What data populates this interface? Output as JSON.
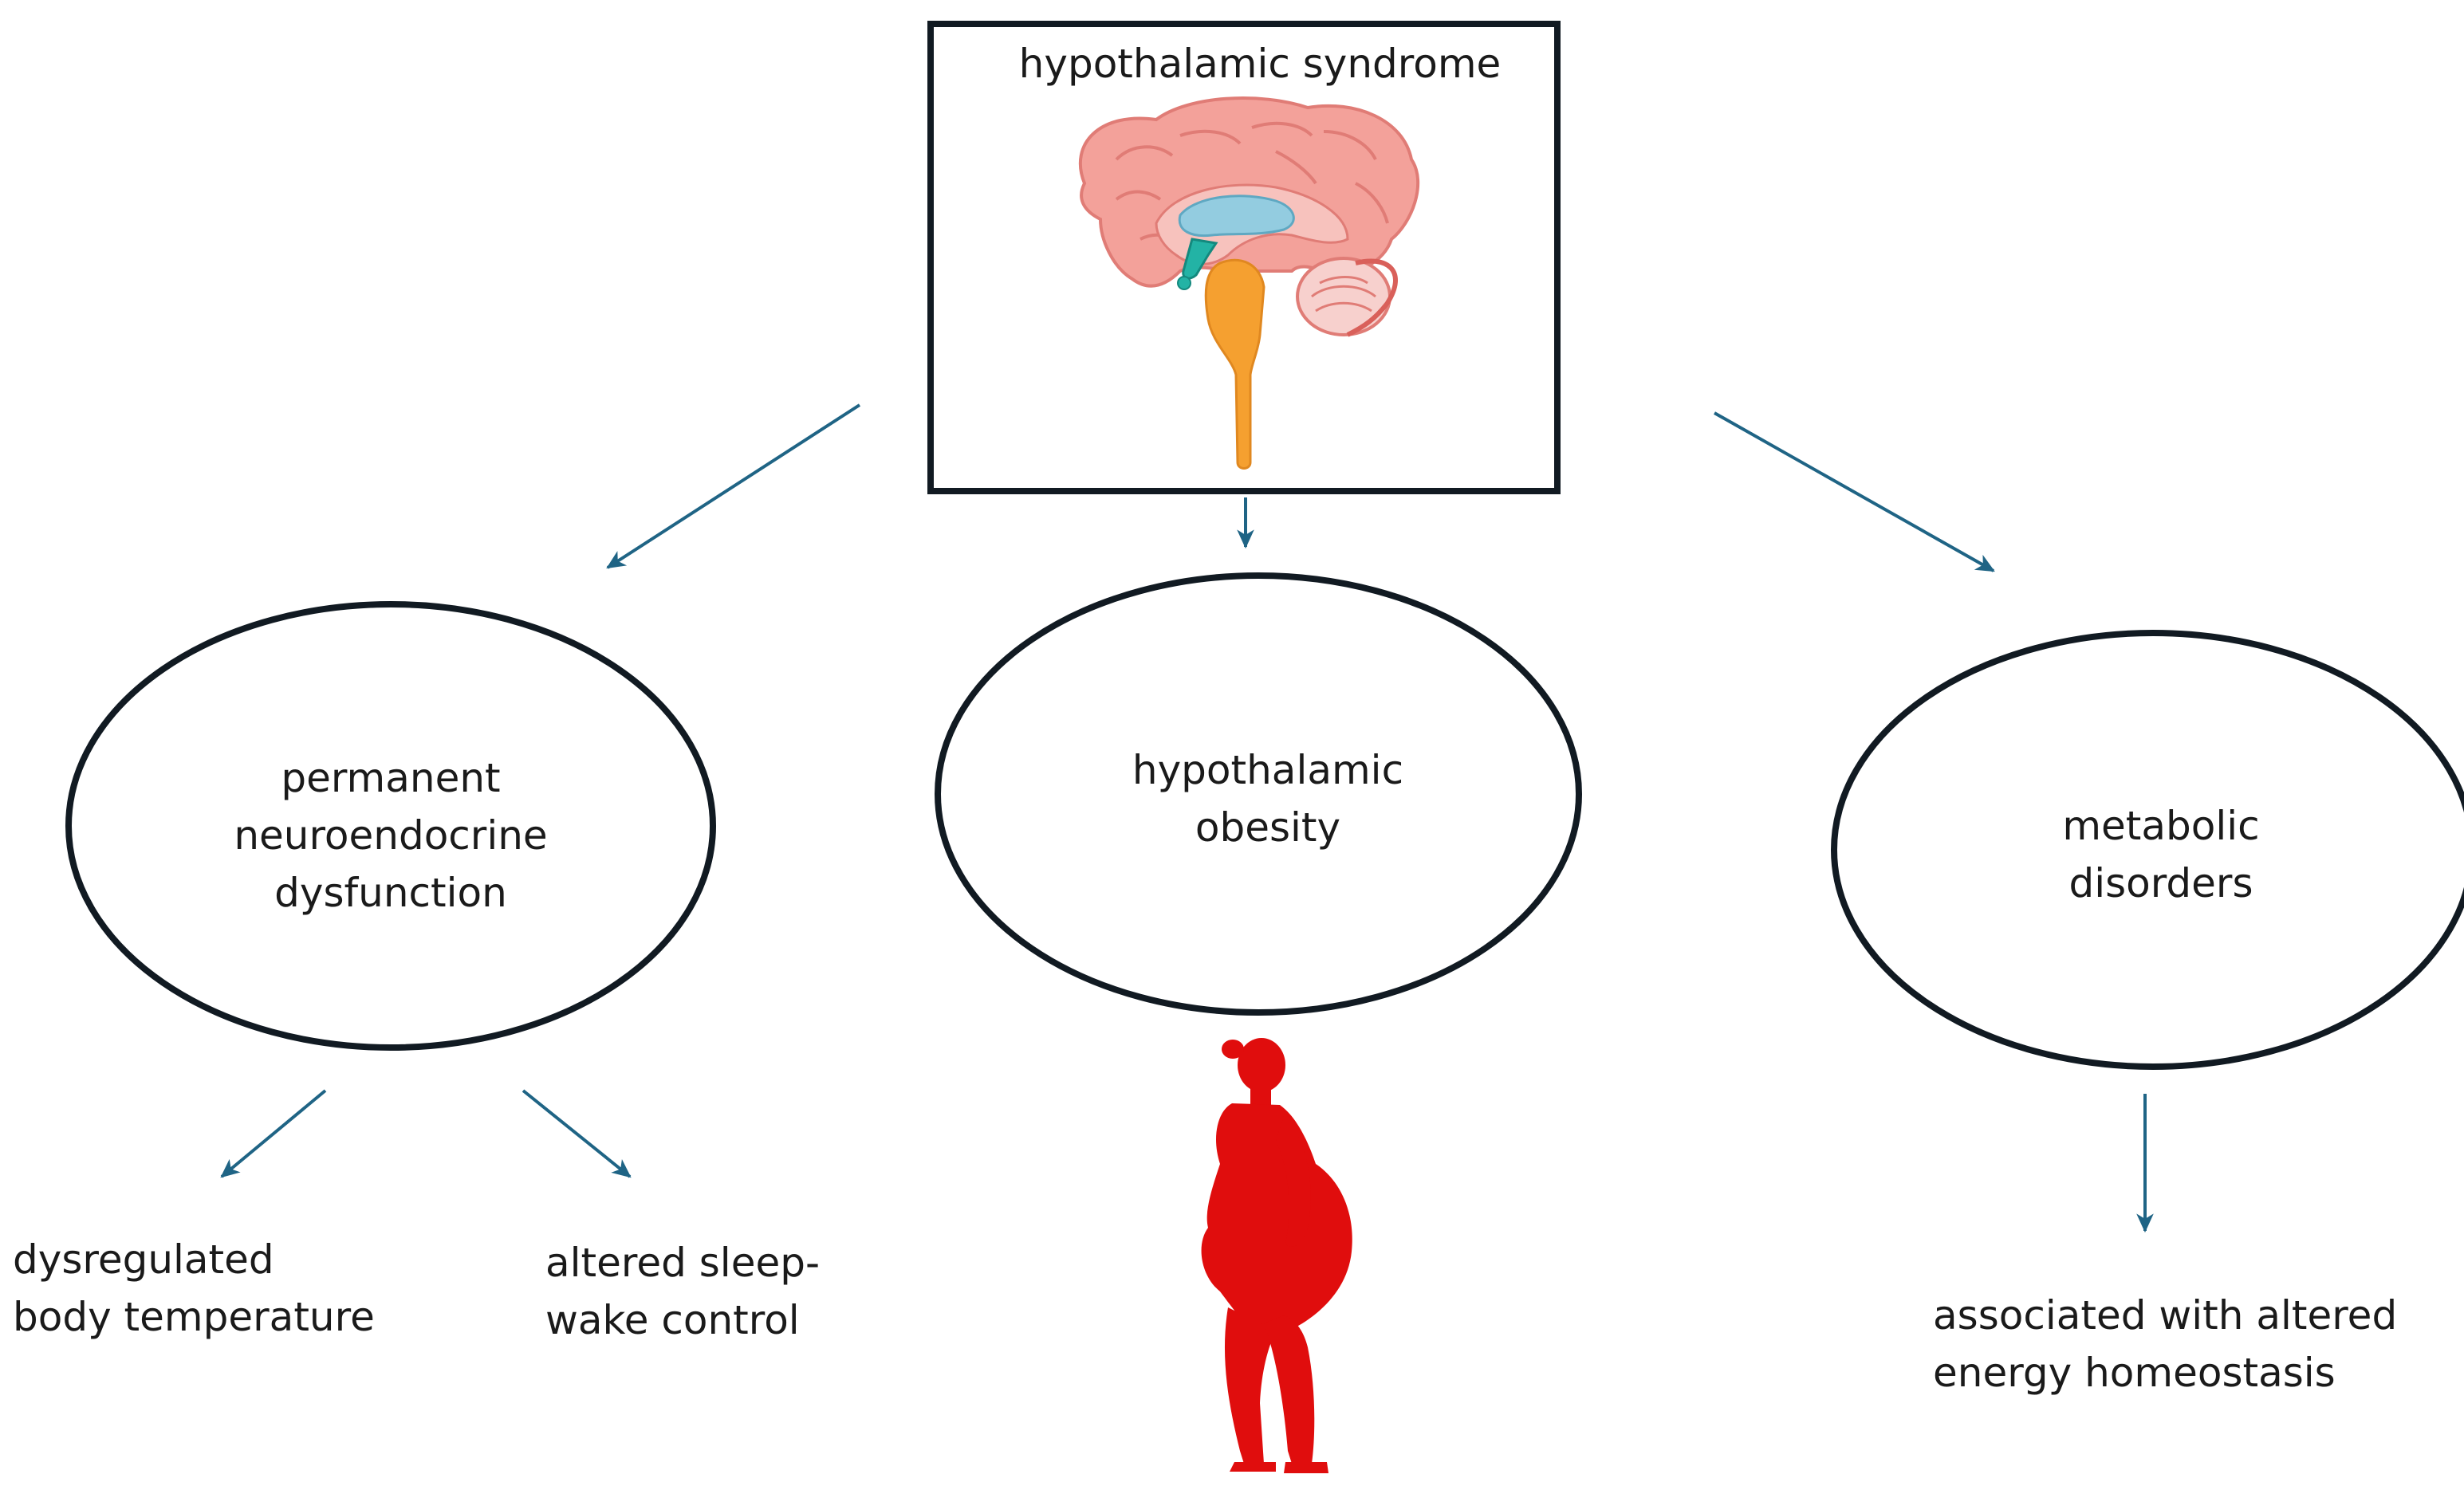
{
  "title": "hypothalamic syndrome",
  "nodes": {
    "left": {
      "lines": [
        "permanent",
        "neuroendocrine",
        "dysfunction"
      ]
    },
    "center": {
      "lines": [
        "hypothalamic",
        "obesity"
      ]
    },
    "right": {
      "lines": [
        "metabolic",
        "disorders"
      ]
    }
  },
  "leaves": {
    "temperature": {
      "lines": [
        "dysregulated",
        "body temperature"
      ]
    },
    "sleep": {
      "lines": [
        "altered sleep-",
        "wake control"
      ]
    },
    "energy": {
      "lines": [
        "associated with altered",
        "energy homeostasis"
      ]
    }
  },
  "colors": {
    "arrow": "#1f6485",
    "outline": "#111a22",
    "silhouette": "#e00d0d",
    "brain_cortex": "#f3a19a",
    "brain_ventricle": "#93cce0",
    "brainstem": "#f5a030",
    "pituitary": "#23b3a5"
  },
  "icons": [
    "brain-sagittal-illustration",
    "obese-person-silhouette"
  ]
}
